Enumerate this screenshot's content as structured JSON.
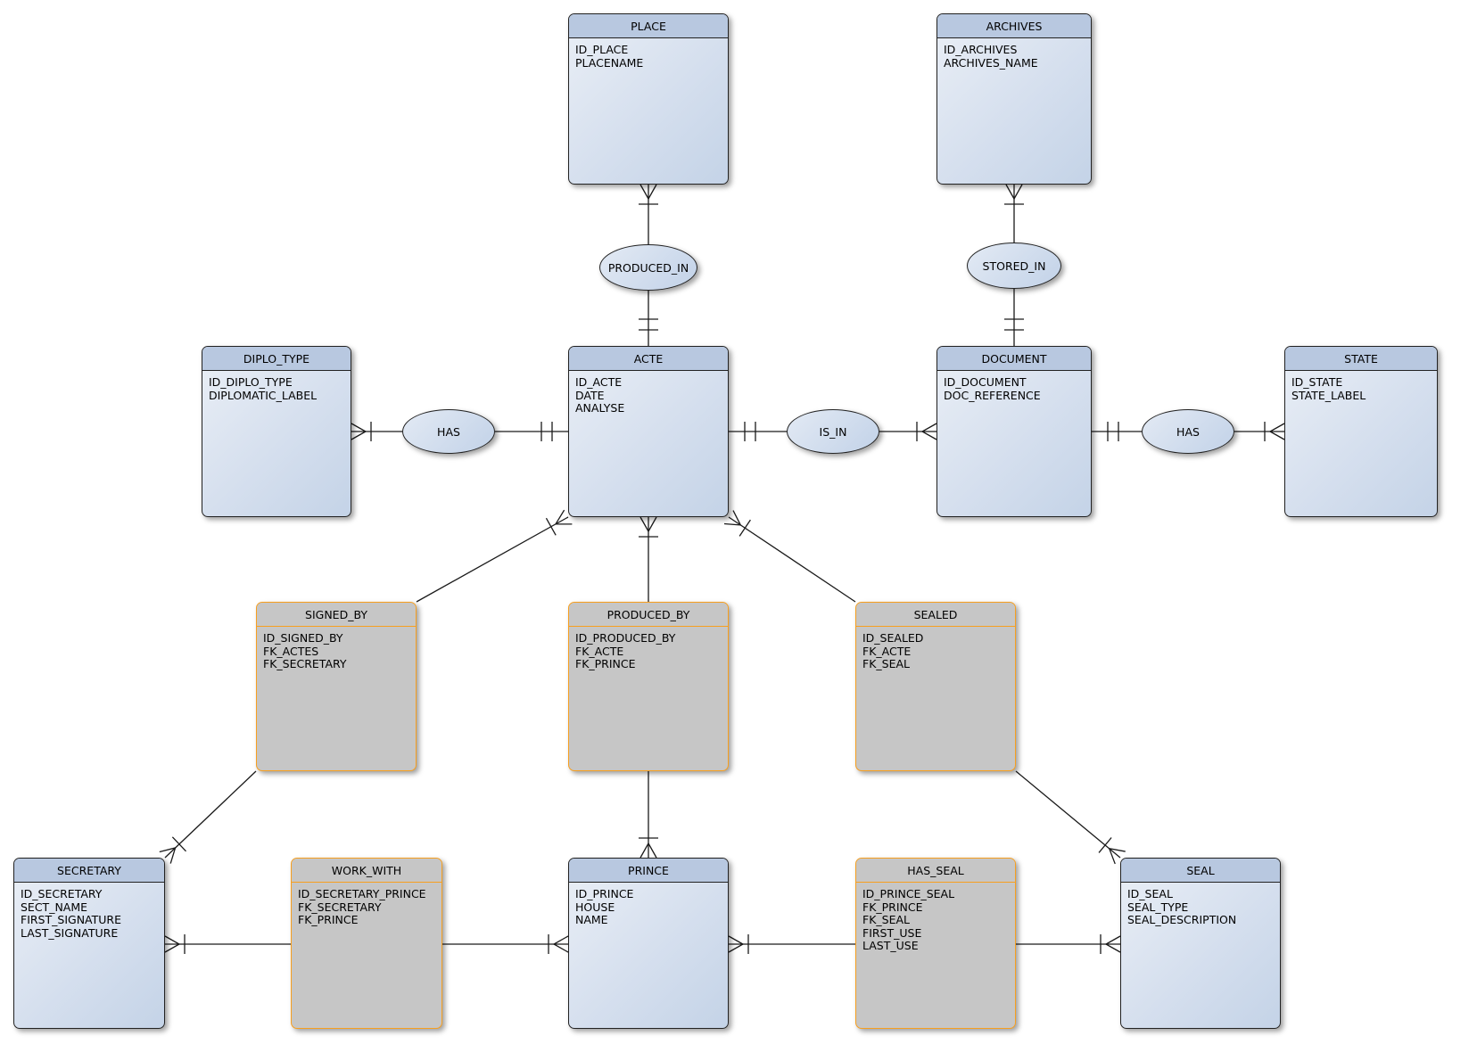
{
  "diagram": {
    "entities": [
      {
        "id": "place",
        "title": "PLACE",
        "kind": "entity",
        "attributes": [
          "ID_PLACE",
          "PLACENAME"
        ]
      },
      {
        "id": "archives",
        "title": "ARCHIVES",
        "kind": "entity",
        "attributes": [
          "ID_ARCHIVES",
          "ARCHIVES_NAME"
        ]
      },
      {
        "id": "diplo_type",
        "title": "DIPLO_TYPE",
        "kind": "entity",
        "attributes": [
          "ID_DIPLO_TYPE",
          "DIPLOMATIC_LABEL"
        ]
      },
      {
        "id": "acte",
        "title": "ACTE",
        "kind": "entity",
        "attributes": [
          "ID_ACTE",
          "DATE",
          "ANALYSE"
        ]
      },
      {
        "id": "document",
        "title": "DOCUMENT",
        "kind": "entity",
        "attributes": [
          "ID_DOCUMENT",
          "DOC_REFERENCE"
        ]
      },
      {
        "id": "state",
        "title": "STATE",
        "kind": "entity",
        "attributes": [
          "ID_STATE",
          "STATE_LABEL"
        ]
      },
      {
        "id": "signed_by",
        "title": "SIGNED_BY",
        "kind": "association",
        "attributes": [
          "ID_SIGNED_BY",
          "FK_ACTES",
          "FK_SECRETARY"
        ]
      },
      {
        "id": "produced_by",
        "title": "PRODUCED_BY",
        "kind": "association",
        "attributes": [
          "ID_PRODUCED_BY",
          "FK_ACTE",
          "FK_PRINCE"
        ]
      },
      {
        "id": "sealed",
        "title": "SEALED",
        "kind": "association",
        "attributes": [
          "ID_SEALED",
          "FK_ACTE",
          "FK_SEAL"
        ]
      },
      {
        "id": "secretary",
        "title": "SECRETARY",
        "kind": "entity",
        "attributes": [
          "ID_SECRETARY",
          "SECT_NAME",
          "FIRST_SIGNATURE",
          "LAST_SIGNATURE"
        ]
      },
      {
        "id": "work_with",
        "title": "WORK_WITH",
        "kind": "association",
        "attributes": [
          "ID_SECRETARY_PRINCE",
          "FK_SECRETARY",
          "FK_PRINCE"
        ]
      },
      {
        "id": "prince",
        "title": "PRINCE",
        "kind": "entity",
        "attributes": [
          "ID_PRINCE",
          "HOUSE",
          "NAME"
        ]
      },
      {
        "id": "has_seal",
        "title": "HAS_SEAL",
        "kind": "association",
        "attributes": [
          "ID_PRINCE_SEAL",
          "FK_PRINCE",
          "FK_SEAL",
          "FIRST_USE",
          "LAST_USE"
        ]
      },
      {
        "id": "seal",
        "title": "SEAL",
        "kind": "entity",
        "attributes": [
          "ID_SEAL",
          "SEAL_TYPE",
          "SEAL_DESCRIPTION"
        ]
      }
    ],
    "relationships": [
      {
        "id": "produced_in",
        "label": "PRODUCED_IN",
        "connects": [
          "PLACE",
          "ACTE"
        ]
      },
      {
        "id": "stored_in",
        "label": "STORED_IN",
        "connects": [
          "ARCHIVES",
          "DOCUMENT"
        ]
      },
      {
        "id": "has_diplo",
        "label": "HAS",
        "connects": [
          "DIPLO_TYPE",
          "ACTE"
        ]
      },
      {
        "id": "is_in",
        "label": "IS_IN",
        "connects": [
          "ACTE",
          "DOCUMENT"
        ]
      },
      {
        "id": "has_state",
        "label": "HAS",
        "connects": [
          "DOCUMENT",
          "STATE"
        ]
      }
    ],
    "connections": [
      {
        "from": "PLACE",
        "to": "PRODUCED_IN",
        "marker": "crowfoot-tick",
        "marker_at": "PLACE"
      },
      {
        "from": "PRODUCED_IN",
        "to": "ACTE",
        "marker": "double-tick",
        "marker_at": "ACTE"
      },
      {
        "from": "ARCHIVES",
        "to": "STORED_IN",
        "marker": "crowfoot-tick",
        "marker_at": "ARCHIVES"
      },
      {
        "from": "STORED_IN",
        "to": "DOCUMENT",
        "marker": "double-tick",
        "marker_at": "DOCUMENT"
      },
      {
        "from": "DIPLO_TYPE",
        "to": "HAS",
        "marker": "crowfoot-tick",
        "marker_at": "DIPLO_TYPE"
      },
      {
        "from": "HAS",
        "to": "ACTE",
        "marker": "double-tick",
        "marker_at": "ACTE"
      },
      {
        "from": "ACTE",
        "to": "IS_IN",
        "marker": "double-tick",
        "marker_at": "ACTE"
      },
      {
        "from": "IS_IN",
        "to": "DOCUMENT",
        "marker": "crowfoot-tick",
        "marker_at": "DOCUMENT"
      },
      {
        "from": "DOCUMENT",
        "to": "HAS",
        "marker": "double-tick",
        "marker_at": "DOCUMENT"
      },
      {
        "from": "HAS",
        "to": "STATE",
        "marker": "crowfoot-tick",
        "marker_at": "STATE"
      },
      {
        "from": "ACTE",
        "to": "SIGNED_BY",
        "marker": "crowfoot-tick",
        "marker_at": "ACTE"
      },
      {
        "from": "ACTE",
        "to": "PRODUCED_BY",
        "marker": "crowfoot-tick",
        "marker_at": "ACTE"
      },
      {
        "from": "ACTE",
        "to": "SEALED",
        "marker": "crowfoot-tick",
        "marker_at": "ACTE"
      },
      {
        "from": "SECRETARY",
        "to": "SIGNED_BY",
        "marker": "crowfoot-tick",
        "marker_at": "SECRETARY"
      },
      {
        "from": "PRODUCED_BY",
        "to": "PRINCE",
        "marker": "crowfoot-tick",
        "marker_at": "PRINCE"
      },
      {
        "from": "SEALED",
        "to": "SEAL",
        "marker": "crowfoot-tick",
        "marker_at": "SEAL"
      },
      {
        "from": "SECRETARY",
        "to": "WORK_WITH",
        "marker": "crowfoot-tick",
        "marker_at": "SECRETARY"
      },
      {
        "from": "WORK_WITH",
        "to": "PRINCE",
        "marker": "crowfoot-tick",
        "marker_at": "PRINCE"
      },
      {
        "from": "PRINCE",
        "to": "HAS_SEAL",
        "marker": "crowfoot-tick",
        "marker_at": "PRINCE"
      },
      {
        "from": "HAS_SEAL",
        "to": "SEAL",
        "marker": "crowfoot-tick",
        "marker_at": "SEAL"
      }
    ],
    "colors": {
      "entity_header": "#b8c8e0",
      "entity_body_light": "#eaeff6",
      "entity_body_dark": "#c4d3e7",
      "entity_border": "#222222",
      "association_fill": "#c6c6c6",
      "association_border": "#f79f1f",
      "line": "#1a1a1a",
      "background": "#ffffff"
    }
  }
}
